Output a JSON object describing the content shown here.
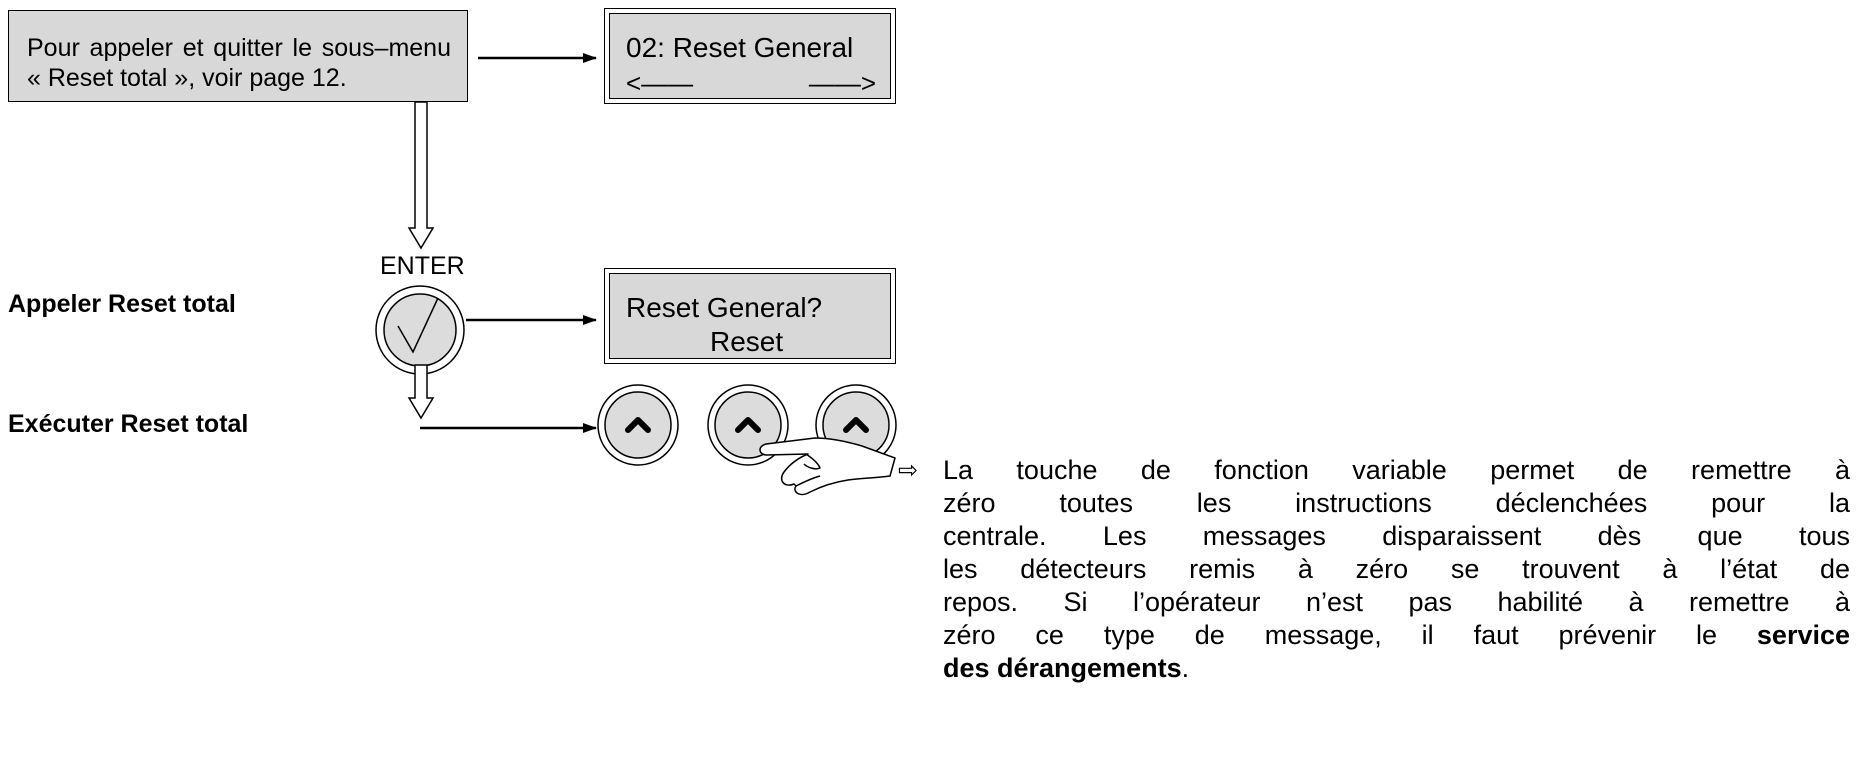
{
  "instruction": {
    "line1": "Pour appeler et quitter le sous–menu",
    "line2": "«  Reset total  », voir page 12."
  },
  "display1": {
    "line1": "02: Reset General",
    "left_arrow": "<——",
    "right_arrow": "——>"
  },
  "enter_label": "ENTER",
  "display2": {
    "line1": "Reset General?",
    "line2": "Reset"
  },
  "steps": {
    "call": "Appeler Reset total",
    "execute": "Exécuter Reset total"
  },
  "note": {
    "arrow": "⇨",
    "lines": [
      "La touche de fonction variable permet de remettre à",
      "zéro toutes les instructions déclenchées pour la",
      "centrale. Les messages disparaissent dès que tous",
      "les détecteurs remis à zéro se trouvent à l’état de",
      "repos. Si l’opérateur n’est pas habilité à remettre à"
    ],
    "line6_prefix": "zéro ce type de message, il faut prévenir le ",
    "line6_bold": "service",
    "line7_bold": "des dérangements",
    "line7_suffix": "."
  }
}
